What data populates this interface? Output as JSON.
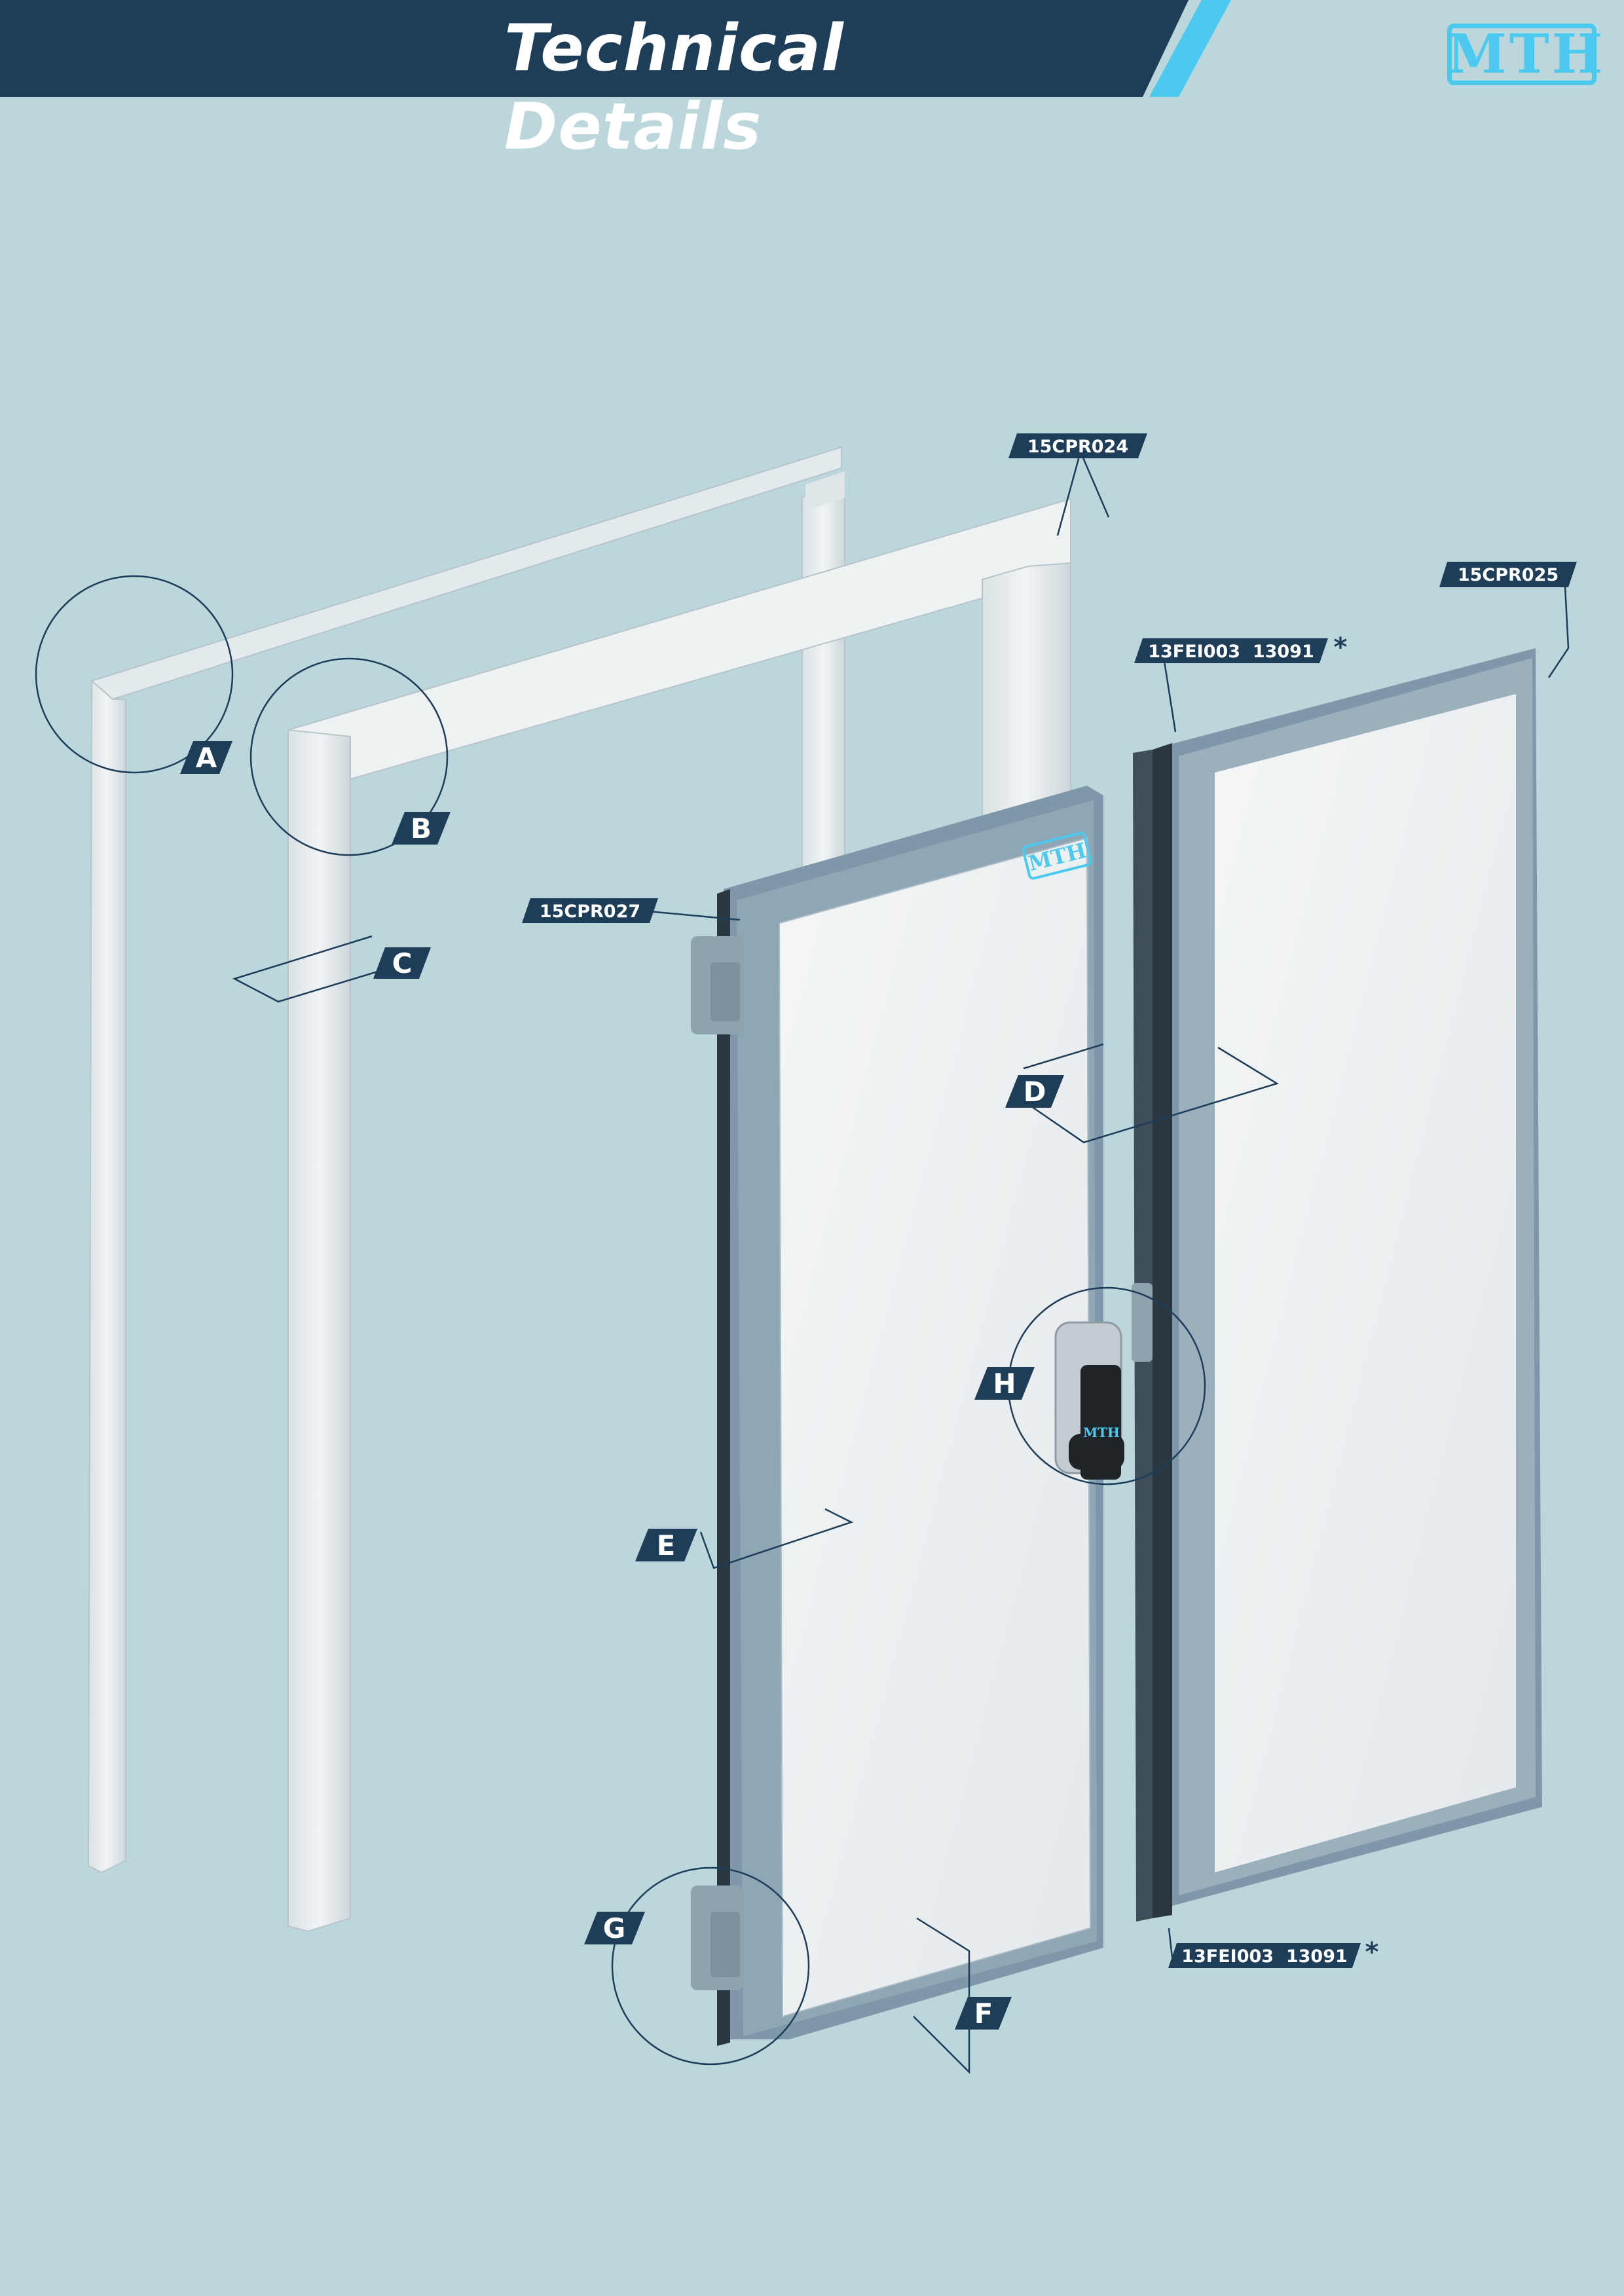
{
  "header": {
    "title": "Technical Details",
    "logo": "MTH"
  },
  "colors": {
    "background": "#bcd7dc",
    "header_bar": "#1d3d58",
    "accent_stripe": "#4cc9ef",
    "tag": "#1d3d58",
    "door_frame": "#7f98a9",
    "door_panel": "#eef1f2",
    "gasket": "#2a3640"
  },
  "part_labels": {
    "cpr024": "15CPR024",
    "cpr025": "15CPR025",
    "cpr027": "15CPR027",
    "fei_top": "13FEI003  13091",
    "fei_bottom": "13FEI003  13091",
    "asterisk": "*"
  },
  "callouts": {
    "a": "A",
    "b": "B",
    "c": "C",
    "d": "D",
    "e": "E",
    "f": "F",
    "g": "G",
    "h": "H"
  },
  "door_logo": "MTH",
  "handle_logo": "MTH"
}
